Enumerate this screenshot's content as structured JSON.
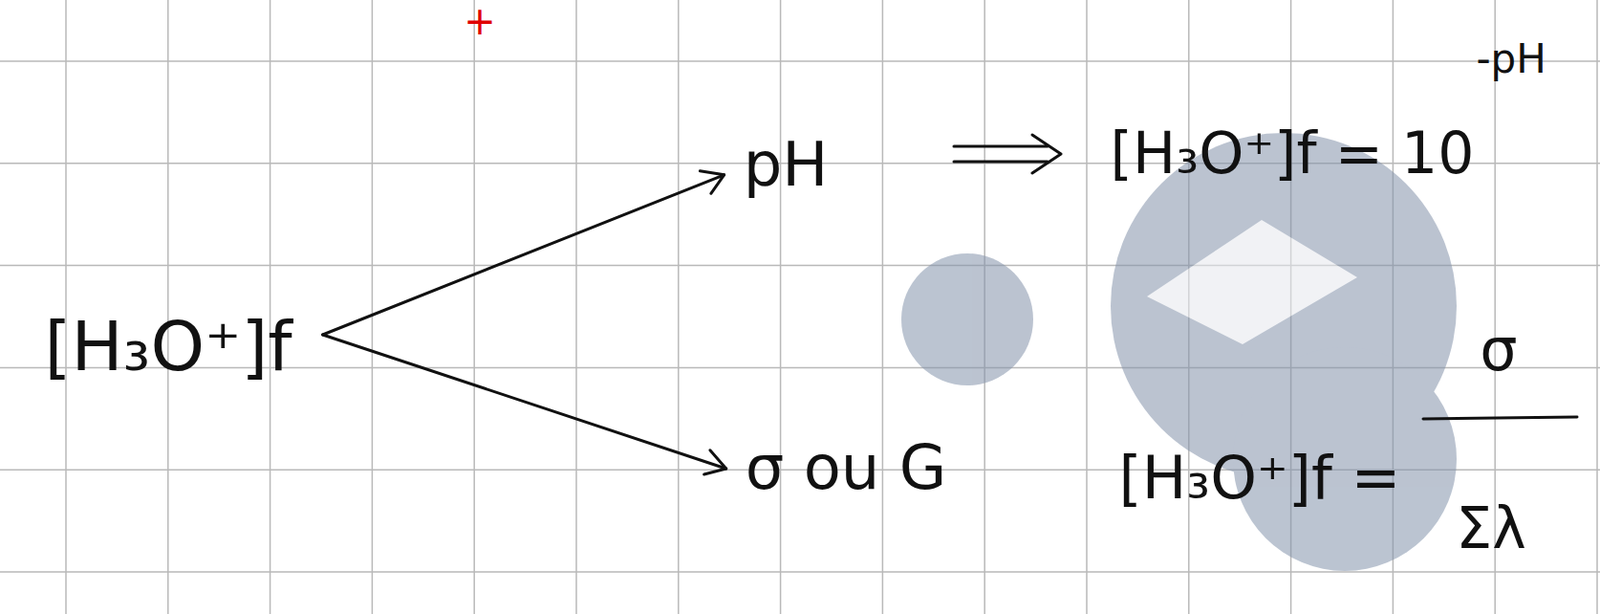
{
  "diagram": {
    "nodes": [
      {
        "text": [
          "[H₃O⁺]f"
        ]
      },
      {
        "text": [
          "pH"
        ]
      },
      {
        "text": [
          "σ ou G"
        ]
      }
    ],
    "edges": [
      {
        "from": 0,
        "to": 1,
        "arrow": "to"
      },
      {
        "from": 0,
        "to": 2,
        "arrow": "to"
      }
    ],
    "labels": [
      "+",
      "[H₃O⁺]f = 10",
      "-pH",
      "[H₃O⁺]f =",
      "σ",
      "Σλ"
    ]
  }
}
